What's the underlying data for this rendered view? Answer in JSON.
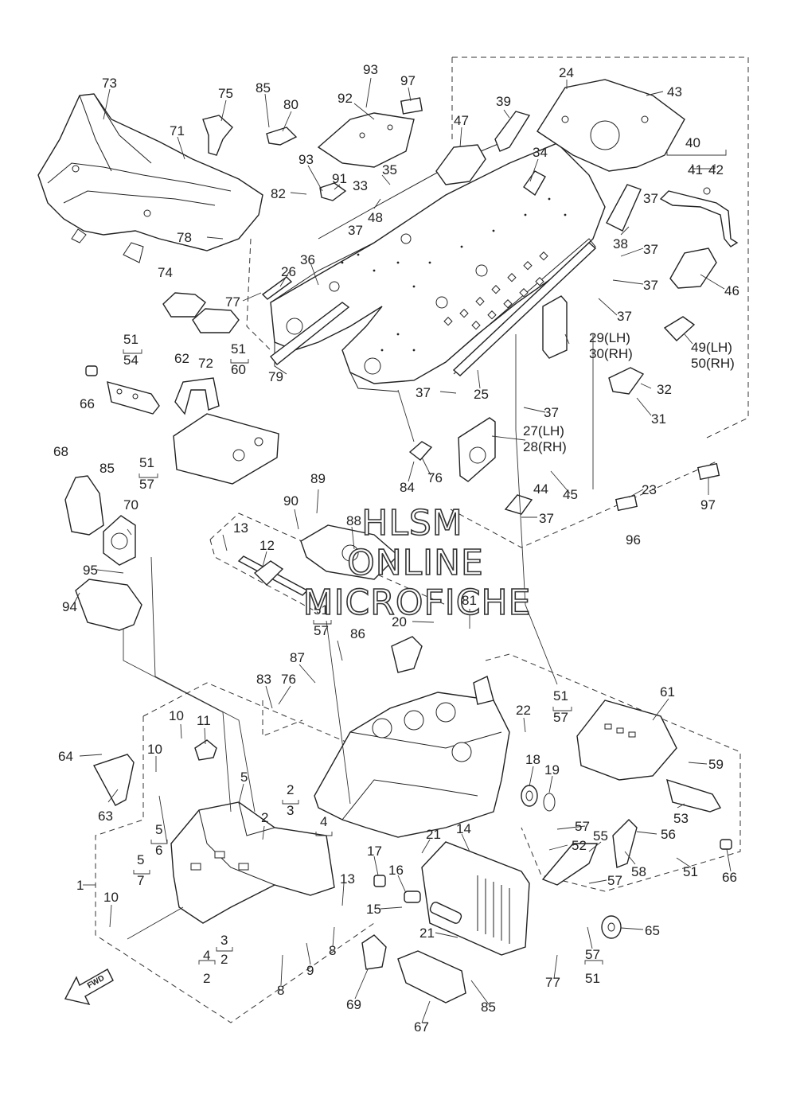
{
  "watermark": {
    "line1": "HLSM",
    "line2": "ONLINE",
    "line3": "MICROFICHE"
  },
  "fwd_arrow_label": "FWD",
  "callouts": [
    {
      "id": "c73",
      "text": "73"
    },
    {
      "id": "c75",
      "text": "75"
    },
    {
      "id": "c85a",
      "text": "85"
    },
    {
      "id": "c80",
      "text": "80"
    },
    {
      "id": "c93a",
      "text": "93"
    },
    {
      "id": "c97a",
      "text": "97"
    },
    {
      "id": "c92",
      "text": "92"
    },
    {
      "id": "c24",
      "text": "24"
    },
    {
      "id": "c43",
      "text": "43"
    },
    {
      "id": "c39",
      "text": "39"
    },
    {
      "id": "c47",
      "text": "47"
    },
    {
      "id": "c71",
      "text": "71"
    },
    {
      "id": "c93b",
      "text": "93"
    },
    {
      "id": "c91",
      "text": "91"
    },
    {
      "id": "c33",
      "text": "33"
    },
    {
      "id": "c35",
      "text": "35"
    },
    {
      "id": "c34",
      "text": "34"
    },
    {
      "id": "c40",
      "text": "40"
    },
    {
      "id": "c41",
      "text": "41"
    },
    {
      "id": "c42",
      "text": "42"
    },
    {
      "id": "c82",
      "text": "82"
    },
    {
      "id": "c48",
      "text": "48"
    },
    {
      "id": "c37a",
      "text": "37"
    },
    {
      "id": "c37b",
      "text": "37"
    },
    {
      "id": "c78",
      "text": "78"
    },
    {
      "id": "c38",
      "text": "38"
    },
    {
      "id": "c37c",
      "text": "37"
    },
    {
      "id": "c74",
      "text": "74"
    },
    {
      "id": "c36",
      "text": "36"
    },
    {
      "id": "c26",
      "text": "26"
    },
    {
      "id": "c37d",
      "text": "37"
    },
    {
      "id": "c46",
      "text": "46"
    },
    {
      "id": "c77a",
      "text": "77"
    },
    {
      "id": "c37e",
      "text": "37"
    },
    {
      "id": "c29",
      "text": "29(LH)"
    },
    {
      "id": "c30",
      "text": "30(RH)"
    },
    {
      "id": "c49",
      "text": "49(LH)"
    },
    {
      "id": "c50",
      "text": "50(RH)"
    },
    {
      "id": "c72",
      "text": "72"
    },
    {
      "id": "c51a",
      "text": "51"
    },
    {
      "id": "c54",
      "text": "54"
    },
    {
      "id": "c51b",
      "text": "51"
    },
    {
      "id": "c60",
      "text": "60"
    },
    {
      "id": "c62",
      "text": "62"
    },
    {
      "id": "c79",
      "text": "79"
    },
    {
      "id": "c32",
      "text": "32"
    },
    {
      "id": "c66a",
      "text": "66"
    },
    {
      "id": "c37f",
      "text": "37"
    },
    {
      "id": "c25",
      "text": "25"
    },
    {
      "id": "c31",
      "text": "31"
    },
    {
      "id": "c37g",
      "text": "37"
    },
    {
      "id": "c27",
      "text": "27(LH)"
    },
    {
      "id": "c28",
      "text": "28(RH)"
    },
    {
      "id": "c68",
      "text": "68"
    },
    {
      "id": "c85b",
      "text": "85"
    },
    {
      "id": "c51c",
      "text": "51"
    },
    {
      "id": "c57a",
      "text": "57"
    },
    {
      "id": "c84",
      "text": "84"
    },
    {
      "id": "c76a",
      "text": "76"
    },
    {
      "id": "c45",
      "text": "45"
    },
    {
      "id": "c44",
      "text": "44"
    },
    {
      "id": "c23",
      "text": "23"
    },
    {
      "id": "c97b",
      "text": "97"
    },
    {
      "id": "c70",
      "text": "70"
    },
    {
      "id": "c89",
      "text": "89"
    },
    {
      "id": "c90",
      "text": "90"
    },
    {
      "id": "c88",
      "text": "88"
    },
    {
      "id": "c37h",
      "text": "37"
    },
    {
      "id": "c13a",
      "text": "13"
    },
    {
      "id": "c12",
      "text": "12"
    },
    {
      "id": "c96",
      "text": "96"
    },
    {
      "id": "c95",
      "text": "95"
    },
    {
      "id": "c94",
      "text": "94"
    },
    {
      "id": "c51d",
      "text": "51"
    },
    {
      "id": "c57b",
      "text": "57"
    },
    {
      "id": "c81",
      "text": "81"
    },
    {
      "id": "c20",
      "text": "20"
    },
    {
      "id": "c86",
      "text": "86"
    },
    {
      "id": "c87",
      "text": "87"
    },
    {
      "id": "c83",
      "text": "83"
    },
    {
      "id": "c76b",
      "text": "76"
    },
    {
      "id": "c61",
      "text": "61"
    },
    {
      "id": "c51e",
      "text": "51"
    },
    {
      "id": "c57c",
      "text": "57"
    },
    {
      "id": "c22",
      "text": "22"
    },
    {
      "id": "c10a",
      "text": "10"
    },
    {
      "id": "c11",
      "text": "11"
    },
    {
      "id": "c18",
      "text": "18"
    },
    {
      "id": "c19",
      "text": "19"
    },
    {
      "id": "c59",
      "text": "59"
    },
    {
      "id": "c10b",
      "text": "10"
    },
    {
      "id": "c64",
      "text": "64"
    },
    {
      "id": "c5a",
      "text": "5"
    },
    {
      "id": "c2a",
      "text": "2"
    },
    {
      "id": "c3a",
      "text": "3"
    },
    {
      "id": "c2b",
      "text": "2"
    },
    {
      "id": "c4a",
      "text": "4"
    },
    {
      "id": "c63",
      "text": "63"
    },
    {
      "id": "c53",
      "text": "53"
    },
    {
      "id": "c57d",
      "text": "57"
    },
    {
      "id": "c55",
      "text": "55"
    },
    {
      "id": "c56",
      "text": "56"
    },
    {
      "id": "c5b",
      "text": "5"
    },
    {
      "id": "c6",
      "text": "6"
    },
    {
      "id": "c21a",
      "text": "21"
    },
    {
      "id": "c14",
      "text": "14"
    },
    {
      "id": "c52",
      "text": "52"
    },
    {
      "id": "c17",
      "text": "17"
    },
    {
      "id": "c5c",
      "text": "5"
    },
    {
      "id": "c7",
      "text": "7"
    },
    {
      "id": "c58",
      "text": "58"
    },
    {
      "id": "c16",
      "text": "16"
    },
    {
      "id": "c51f",
      "text": "51"
    },
    {
      "id": "c66b",
      "text": "66"
    },
    {
      "id": "c57e",
      "text": "57"
    },
    {
      "id": "c13b",
      "text": "13"
    },
    {
      "id": "c1",
      "text": "1"
    },
    {
      "id": "c15",
      "text": "15"
    },
    {
      "id": "c10c",
      "text": "10"
    },
    {
      "id": "c65",
      "text": "65"
    },
    {
      "id": "c21b",
      "text": "21"
    },
    {
      "id": "c3b",
      "text": "3"
    },
    {
      "id": "c2c",
      "text": "2"
    },
    {
      "id": "c4b",
      "text": "4"
    },
    {
      "id": "c2d",
      "text": "2"
    },
    {
      "id": "c8a",
      "text": "8"
    },
    {
      "id": "c9",
      "text": "9"
    },
    {
      "id": "c57f",
      "text": "57"
    },
    {
      "id": "c51g",
      "text": "51"
    },
    {
      "id": "c77b",
      "text": "77"
    },
    {
      "id": "c8b",
      "text": "8"
    },
    {
      "id": "c69",
      "text": "69"
    },
    {
      "id": "c85c",
      "text": "85"
    },
    {
      "id": "c67",
      "text": "67"
    }
  ]
}
